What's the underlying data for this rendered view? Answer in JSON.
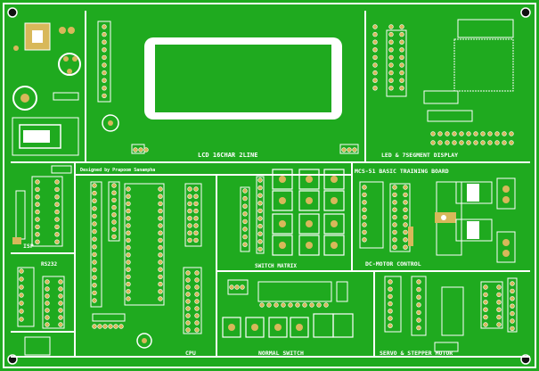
{
  "colors": {
    "board": "#1faa1f",
    "board_dark": "#15901a",
    "silk": "#ffffff",
    "pad": "#d8b85a",
    "hole": "#1a1a1a"
  },
  "sections": {
    "lcd": "LCD 16CHAR 2LINE",
    "led_7seg": "LED & 7SEGMENT DISPLAY",
    "isp": "ISP",
    "rs232": "RS232",
    "designer": "Designed by Prapoom Sanampha",
    "cpu": "CPU",
    "switch_matrix": "SWITCH MATRIX",
    "board_title": "MCS-51 BASIC TRAINING BOARD",
    "dc_motor": "DC-MOTOR CONTROL",
    "normal_switch": "NORMAL SWITCH",
    "servo_stepper": "SERVO & STEPPER MOTOR"
  }
}
